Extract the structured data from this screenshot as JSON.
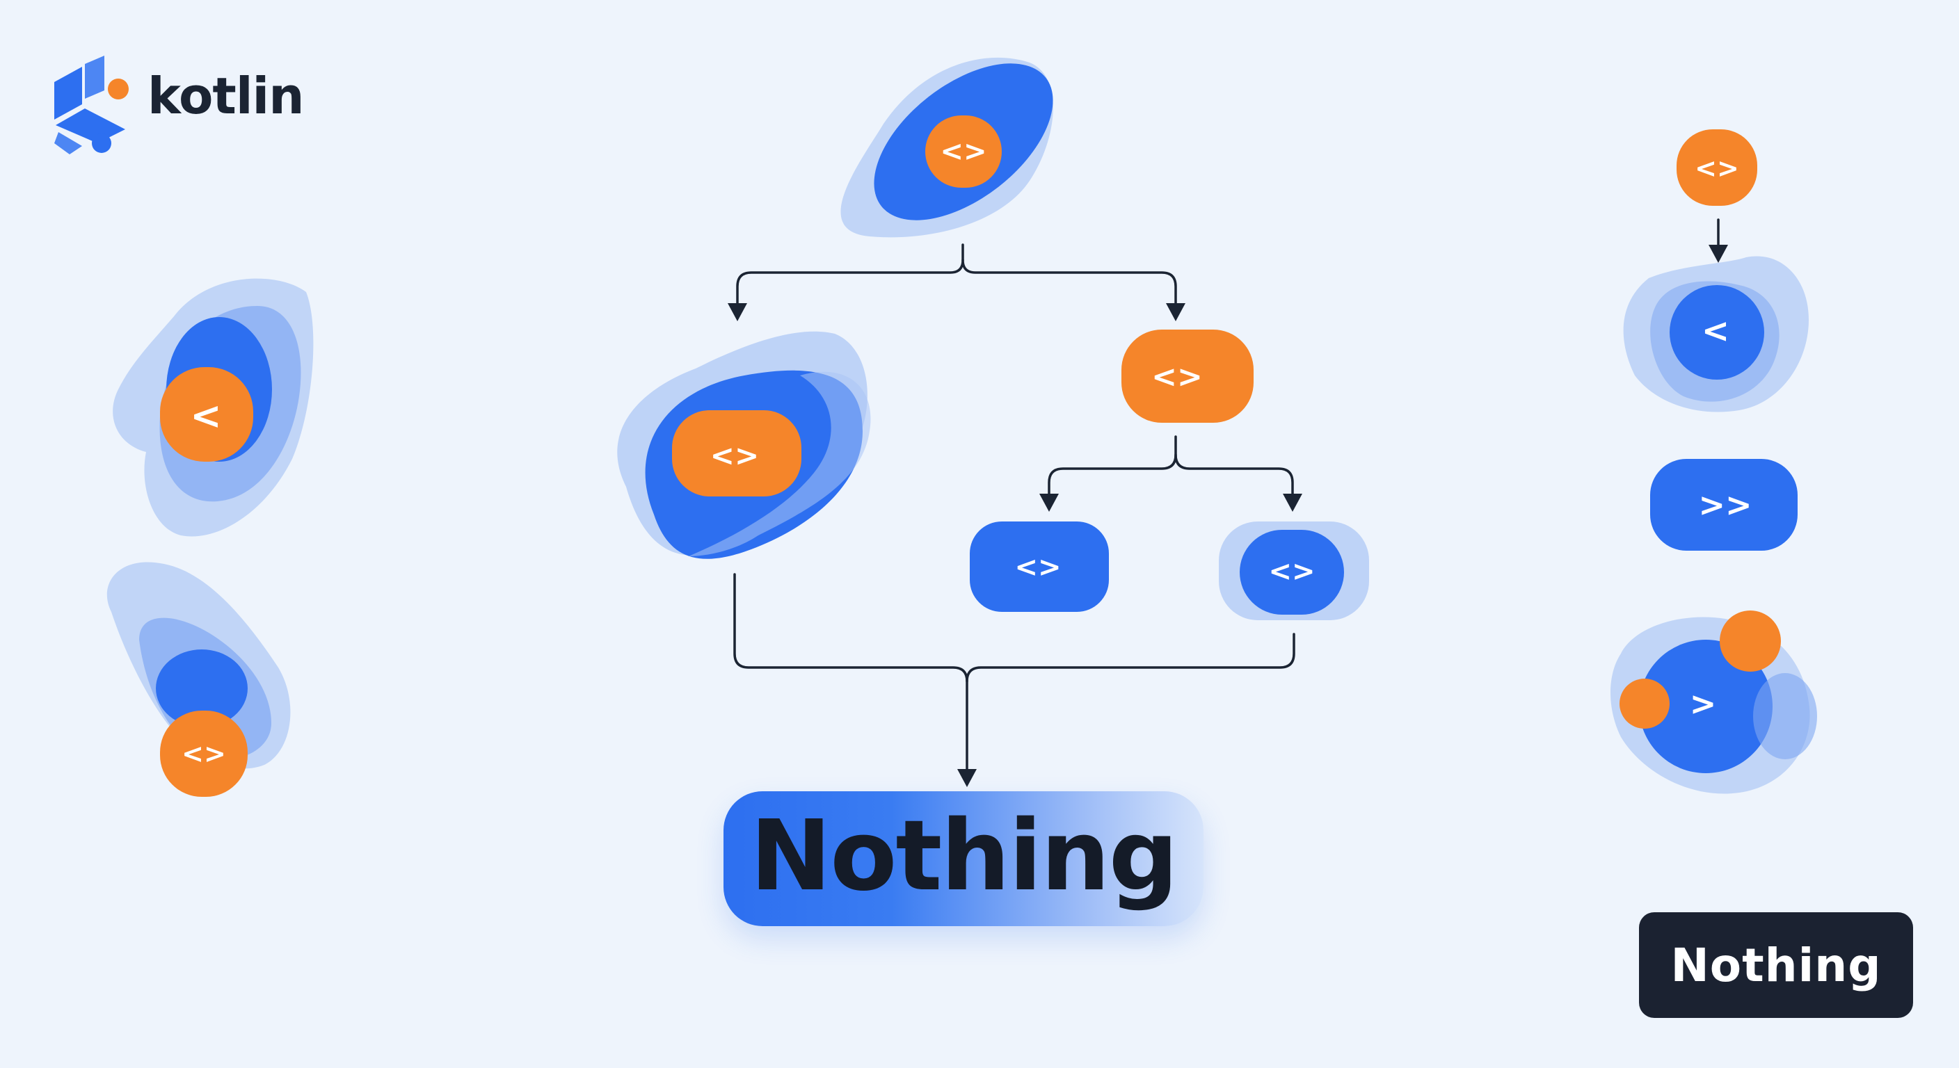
{
  "logo": {
    "text": "kotlin"
  },
  "symbols": {
    "diamond": "<>",
    "less": "<",
    "greater": ">",
    "double_greater": ">>"
  },
  "main_label": "Nothing",
  "badge_label": "Nothing",
  "colors": {
    "background": "#eef4fc",
    "blue": "#2d6ff0",
    "blue_light": "#a9c4f5",
    "orange": "#f5852a",
    "dark": "#1b2231",
    "arrow": "#1b2433"
  }
}
